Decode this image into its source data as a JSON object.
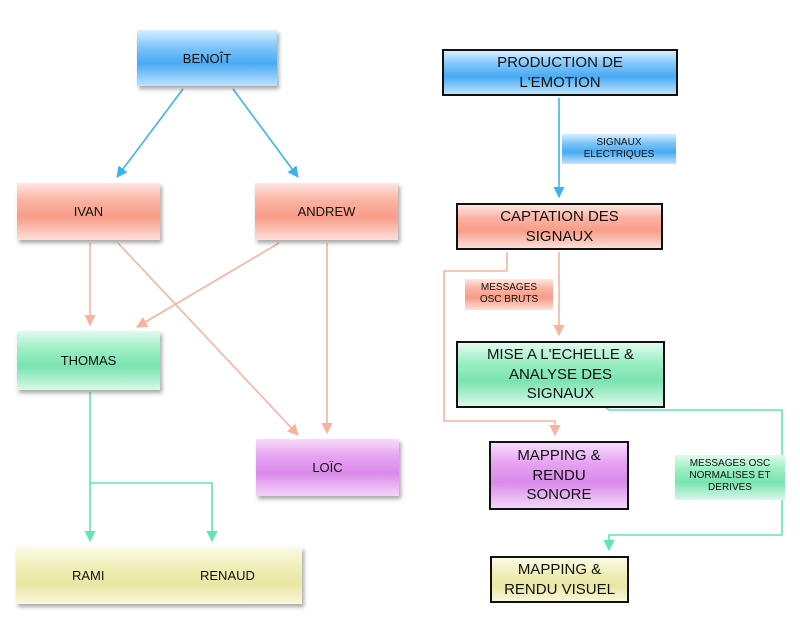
{
  "left_tree": {
    "benoit": "BENOÎT",
    "ivan": "IVAN",
    "andrew": "ANDREW",
    "thomas": "THOMAS",
    "loic": "LOÏC",
    "rami": "RAMI",
    "renaud": "RENAUD"
  },
  "pipeline": {
    "production": "PRODUCTION DE L'EMOTION",
    "captation": "CAPTATION DES SIGNAUX",
    "mise": "MISE A L'ECHELLE & ANALYSE DES SIGNAUX",
    "sonore": "MAPPING & RENDU SONORE",
    "visuel": "MAPPING & RENDU VISUEL"
  },
  "labels": {
    "signaux": "SIGNAUX ELECTRIQUES",
    "osc_bruts": "MESSAGES OSC BRUTS",
    "osc_norm": "MESSAGES OSC NORMALISES ET DERIVES"
  },
  "colors": {
    "blue_arrow": "#3cb2ef",
    "salmon_arrow": "#f7b39e",
    "green_arrow": "#62e3b8"
  }
}
